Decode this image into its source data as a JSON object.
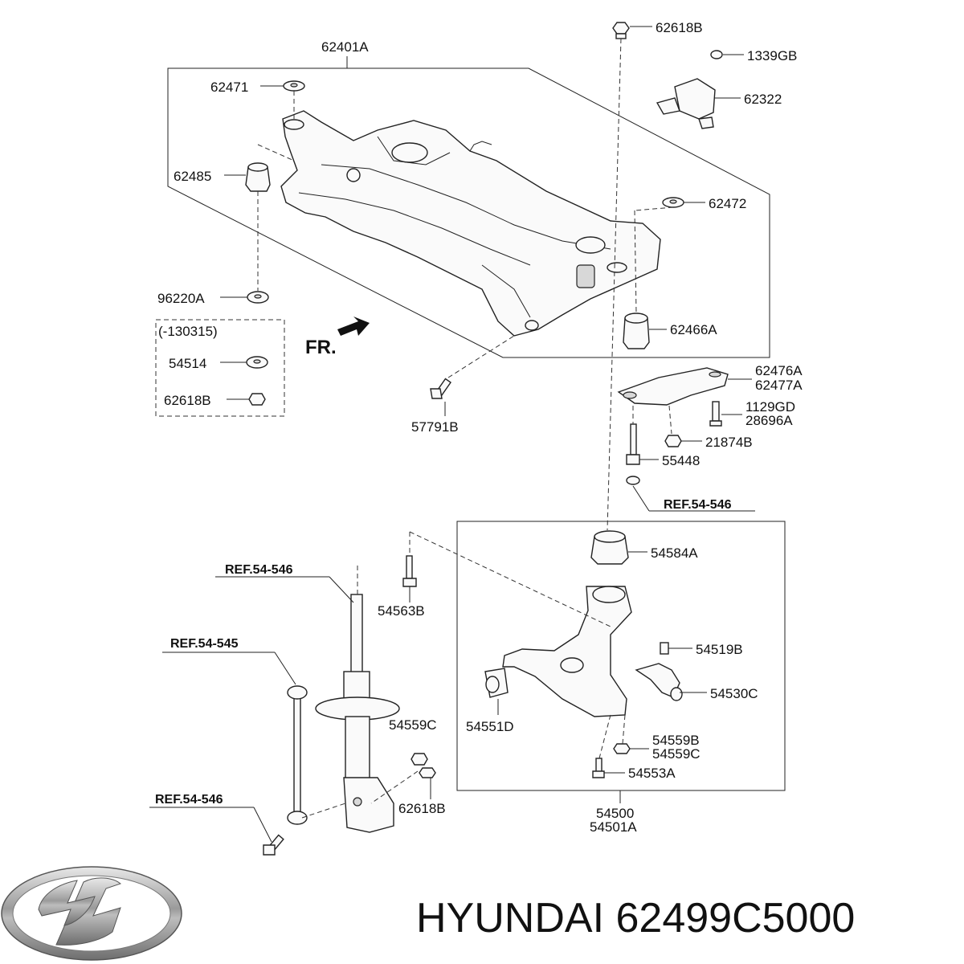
{
  "diagram": {
    "labels": {
      "p62401A": "62401A",
      "p62618B_top": "62618B",
      "p1339GB": "1339GB",
      "p62322": "62322",
      "p62471": "62471",
      "p62485": "62485",
      "p62472": "62472",
      "p96220A": "96220A",
      "p130315": "(-130315)",
      "p54514": "54514",
      "p62618B_box": "62618B",
      "p62466A": "62466A",
      "p62476A": "62476A",
      "p62477A": "62477A",
      "p1129GD": "1129GD",
      "p28696A": "28696A",
      "p21874B": "21874B",
      "p55448": "55448",
      "p57791B": "57791B",
      "p54584A": "54584A",
      "p54563B": "54563B",
      "p54519B": "54519B",
      "p54530C": "54530C",
      "p54551D": "54551D",
      "p54559C_left": "54559C",
      "p54559B": "54559B",
      "p54559C_right": "54559C",
      "p54553A": "54553A",
      "p62618B_bottom": "62618B",
      "p54500": "54500",
      "p54501A": "54501A"
    },
    "refs": {
      "ref_right": "REF.54-546",
      "ref_strut": "REF.54-546",
      "ref_link": "REF.54-545",
      "ref_bolt": "REF.54-546"
    },
    "direction": "FR."
  },
  "footer": {
    "brand_text": "HYUNDAI 62499C5000"
  }
}
